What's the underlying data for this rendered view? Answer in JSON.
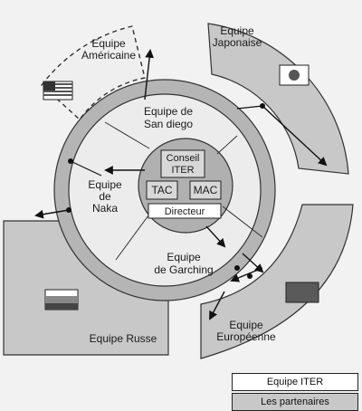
{
  "partners": {
    "americaine": {
      "line1": "Equipe",
      "line2": "Américaine"
    },
    "japonaise": {
      "line1": "Equipe",
      "line2": "Japonaise"
    },
    "russe": {
      "label": "Equipe Russe"
    },
    "europeenne": {
      "line1": "Equipe",
      "line2": "Européenne"
    }
  },
  "iter_teams": {
    "san_diego": {
      "line1": "Equipe de",
      "line2": "San diego"
    },
    "naka": {
      "line1": "Equipe",
      "line2": "de",
      "line3": "Naka"
    },
    "garching": {
      "line1": "Equipe",
      "line2": "de Garching"
    }
  },
  "center": {
    "conseil": {
      "line1": "Conseil",
      "line2": "ITER"
    },
    "tac": "TAC",
    "mac": "MAC",
    "directeur": "Directeur"
  },
  "legend": {
    "iter": "Equipe ITER",
    "partners": "Les partenaires"
  },
  "colors": {
    "ring": "#b5b5b5",
    "partner": "#c8c8c8",
    "center": "#b0b0b0",
    "box": "#d8d8d8"
  },
  "icons": {
    "usa": "us-flag-icon",
    "japan": "japan-flag-icon",
    "russia": "russia-flag-icon",
    "europe": "europe-flag-icon"
  }
}
